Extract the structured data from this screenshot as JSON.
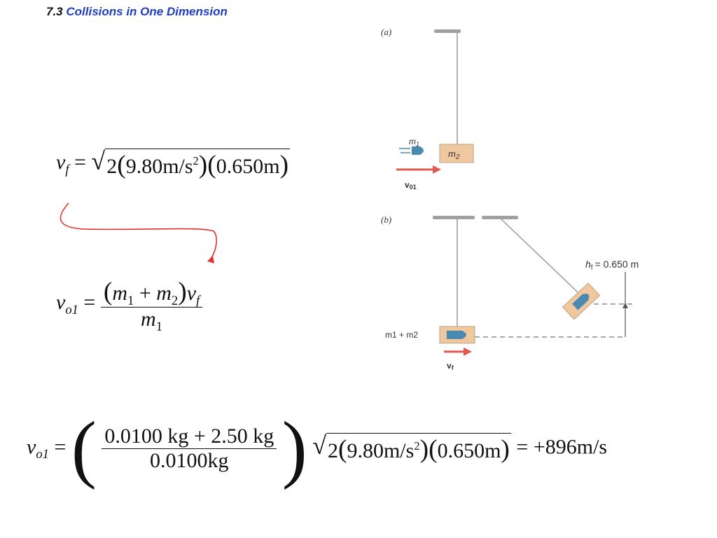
{
  "header": {
    "section_number": "7.3",
    "section_title": "Collisions in One Dimension"
  },
  "equations": {
    "eq1": {
      "lhs_var": "v",
      "lhs_sub": "f",
      "eq": "=",
      "coef": "2",
      "g_value": "9.80",
      "g_unit": "m/s",
      "g_exp": "2",
      "h_value": "0.650",
      "h_unit": "m"
    },
    "eq2": {
      "lhs_var": "v",
      "lhs_sub": "o1",
      "eq": "=",
      "m1": "m",
      "m1_sub": "1",
      "plus": "+",
      "m2": "m",
      "m2_sub": "2",
      "vf": "v",
      "vf_sub": "f",
      "den": "m",
      "den_sub": "1"
    },
    "eq3": {
      "lhs_var": "v",
      "lhs_sub": "o1",
      "eq": "=",
      "num_a": "0.0100",
      "num_a_unit": "kg",
      "plus": "+",
      "num_b": "2.50",
      "num_b_unit": "kg",
      "den": "0.0100",
      "den_unit": "kg",
      "coef": "2",
      "g_value": "9.80",
      "g_unit": "m/s",
      "g_exp": "2",
      "h_value": "0.650",
      "h_unit": "m",
      "eq2": "=",
      "result": "+896",
      "result_unit": "m/s"
    }
  },
  "figure": {
    "panel_a_label": "(a)",
    "panel_b_label": "(b)",
    "m1_label": "m",
    "m1_sub": "1",
    "m2_label": "m",
    "m2_sub": "2",
    "v01_label": "v",
    "v01_sub": "01",
    "combined_label": "m1 + m2",
    "vf_label": "v",
    "vf_sub": "f",
    "height_label": "h",
    "height_sub": "f",
    "height_value": "= 0.650 m"
  },
  "colors": {
    "title_blue": "#1f3fbf",
    "arrow_red": "#e03030",
    "velocity_red": "#e05a50",
    "block_fill": "#f0c8a0",
    "bullet_blue": "#4a8ab0",
    "ceiling_gray": "#a0a0a0"
  }
}
